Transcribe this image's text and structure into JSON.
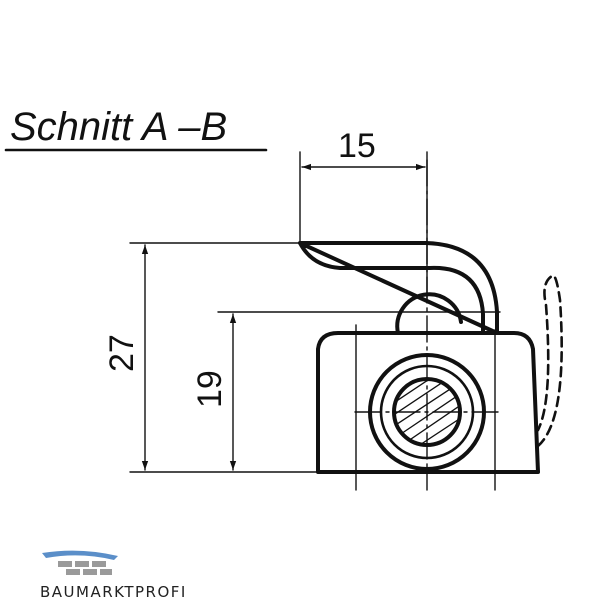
{
  "section_title": "Schnitt A –B",
  "dimensions": {
    "width_top": "15",
    "height_total": "27",
    "height_axis": "19"
  },
  "logo": {
    "text": "BAUMARKTPROFI",
    "roof_color": "#5b8fc9",
    "brick_color": "#9a9a9a"
  },
  "colors": {
    "ink": "#111111",
    "background": "#ffffff"
  }
}
